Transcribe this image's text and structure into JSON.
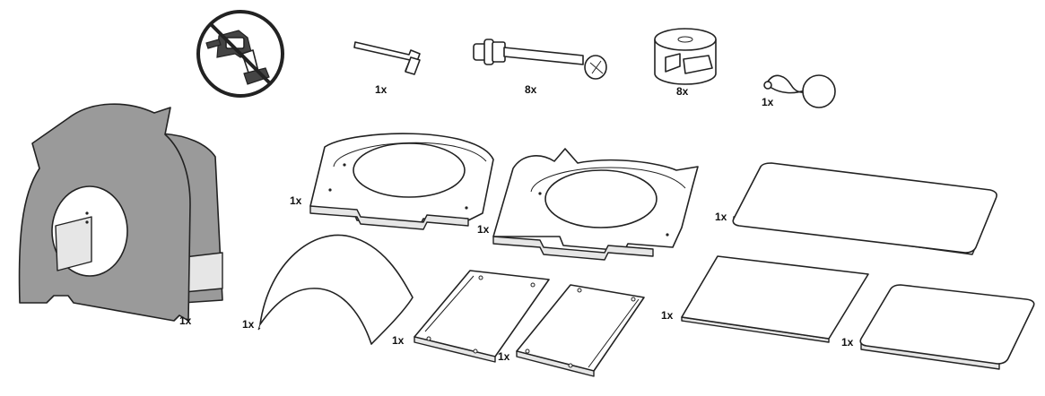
{
  "parts": {
    "hex_key": {
      "quantity": "1x"
    },
    "bolt": {
      "quantity": "8x"
    },
    "cam_lock": {
      "quantity": "8x"
    },
    "ball_toy": {
      "quantity": "1x"
    },
    "assembled_house": {
      "quantity": "1x"
    },
    "round_panel_plain": {
      "quantity": "1x"
    },
    "round_panel_ears": {
      "quantity": "1x"
    },
    "top_board": {
      "quantity": "1x"
    },
    "curved_roof": {
      "quantity": "1x"
    },
    "side_strip_left": {
      "quantity": "1x"
    },
    "side_strip_right": {
      "quantity": "1x"
    },
    "square_board": {
      "quantity": "1x"
    },
    "small_board": {
      "quantity": "1x"
    }
  },
  "icons": {
    "no_drill": "no-power-drill-icon"
  },
  "colors": {
    "panel_gray": "#9a9a9a",
    "outline": "#222222",
    "background": "#ffffff"
  }
}
